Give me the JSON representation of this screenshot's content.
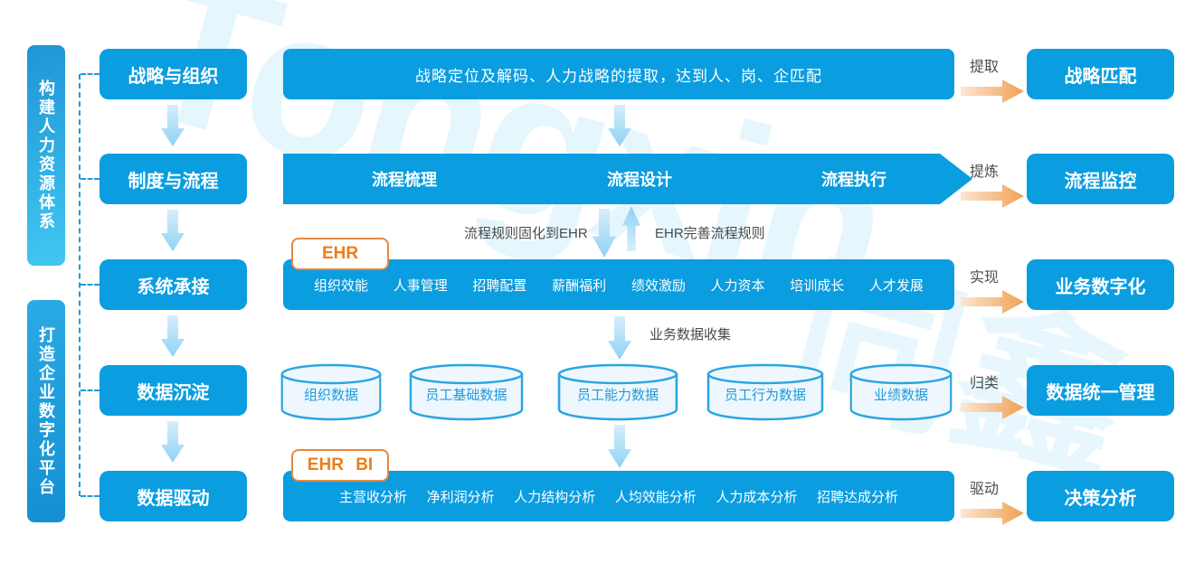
{
  "sidebar_groups": [
    "构建人力资源体系",
    "打造企业数字化平台"
  ],
  "stages": [
    "战略与组织",
    "制度与流程",
    "系统承接",
    "数据沉淀",
    "数据驱动"
  ],
  "strategy_row": {
    "bar": "战略定位及解码、人力战略的提取，达到人、岗、企匹配"
  },
  "process_row": {
    "chevrons": [
      "流程梳理",
      "流程设计",
      "流程执行"
    ],
    "down_note": "流程规则固化到EHR",
    "up_note": "EHR完善流程规则"
  },
  "system_row": {
    "tag": "EHR",
    "modules": [
      "组织效能",
      "人事管理",
      "招聘配置",
      "薪酬福利",
      "绩效激励",
      "人力资本",
      "培训成长",
      "人才发展"
    ]
  },
  "data_row": {
    "collect_note": "业务数据收集",
    "cylinders": [
      "组织数据",
      "员工基础数据",
      "员工能力数据",
      "员工行为数据",
      "业绩数据"
    ]
  },
  "analysis_row": {
    "tag": "EHR BI",
    "modules": [
      "主营收分析",
      "净利润分析",
      "人力结构分析",
      "人均效能分析",
      "人力成本分析",
      "招聘达成分析"
    ]
  },
  "outputs": {
    "labels": [
      "提取",
      "提炼",
      "实现",
      "归类",
      "驱动"
    ],
    "boxes": [
      "战略匹配",
      "流程监控",
      "业务数字化",
      "数据统一管理",
      "决策分析"
    ]
  },
  "watermark": {
    "latin": "Tongxin",
    "cjk": "同鑫"
  },
  "colors": {
    "primary_blue": "#0a9de0",
    "arrow_blue_light": "#d7eefb",
    "arrow_blue": "#8fd2f4",
    "orange_text": "#ee7d18",
    "orange_arrow": "#f2a55f",
    "dark_text": "#4a4a4a",
    "dashed_blue": "#2199d8",
    "cylinder_fill": "#edf7fd",
    "cylinder_stroke": "#2aa5e2"
  }
}
